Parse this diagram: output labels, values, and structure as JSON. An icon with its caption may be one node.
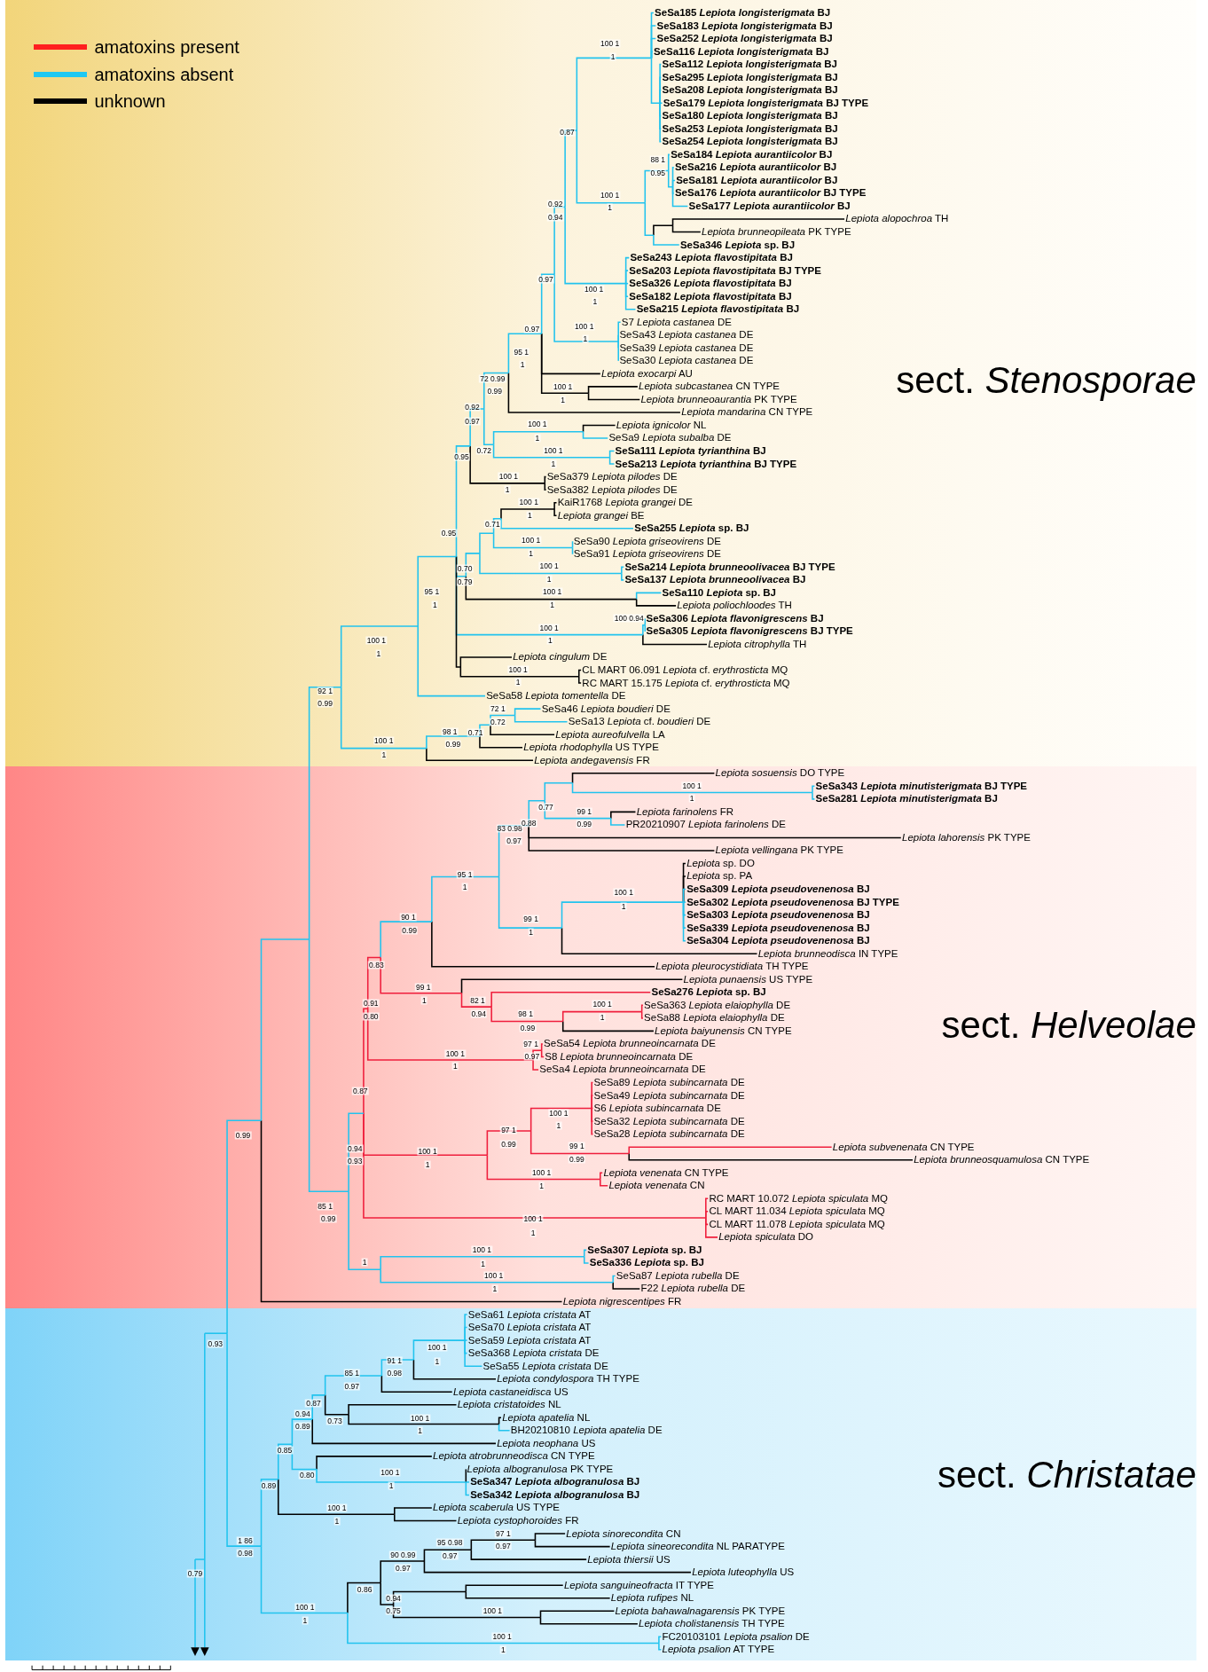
{
  "diagram": {
    "labels": [
      "**SeSa185 *Lepiota longisterigmata* BJ**",
      "**SeSa183 *Lepiota longisterigmata* BJ**",
      "**SeSa252 *Lepiota longisterigmata* BJ**",
      "**SeSa116 *Lepiota longisterigmata* BJ**",
      "**SeSa112 *Lepiota longisterigmata* BJ**",
      "**SeSa295 *Lepiota longisterigmata* BJ**",
      "**SeSa208 *Lepiota longisterigmata* BJ**",
      "**SeSa179 *Lepiota longisterigmata* BJ TYPE**",
      "**SeSa180 *Lepiota longisterigmata* BJ**",
      "**SeSa253 *Lepiota longisterigmata* BJ**",
      "**SeSa254 *Lepiota longisterigmata* BJ**",
      "**SeSa184 *Lepiota aurantiicolor* BJ**",
      "**SeSa216 *Lepiota aurantiicolor* BJ**",
      "**SeSa181 *Lepiota aurantiicolor* BJ**",
      "**SeSa176 *Lepiota aurantiicolor* BJ TYPE**",
      "**SeSa177 *Lepiota aurantiicolor* BJ**",
      "*Lepiota alopochroa* TH",
      "*Lepiota brunneopileata* PK TYPE",
      "**SeSa346 *Lepiota* sp. BJ**",
      "**SeSa243 *Lepiota flavostipitata* BJ**",
      "**SeSa203 *Lepiota flavostipitata* BJ TYPE**",
      "**SeSa326 *Lepiota flavostipitata* BJ**",
      "**SeSa182 *Lepiota flavostipitata* BJ**",
      "**SeSa215 *Lepiota flavostipitata* BJ**",
      "S7 *Lepiota castanea* DE",
      "SeSa43 *Lepiota castanea* DE",
      "SeSa39 *Lepiota castanea* DE",
      "SeSa30 *Lepiota castanea* DE",
      "*Lepiota exocarpi* AU",
      "*Lepiota subcastanea* CN TYPE",
      "*Lepiota brunneoaurantia* PK TYPE",
      "*Lepiota mandarina* CN TYPE",
      "*Lepiota ignicolor* NL",
      "SeSa9 *Lepiota subalba* DE",
      "**SeSa111 *Lepiota tyrianthina* BJ**",
      "**SeSa213 *Lepiota tyrianthina* BJ TYPE**",
      "SeSa379 *Lepiota pilodes* DE",
      "SeSa382 *Lepiota pilodes* DE",
      "KaiR1768 *Lepiota grangei* DE",
      "*Lepiota grangei* BE",
      "**SeSa255 *Lepiota* sp. BJ**",
      "SeSa90 *Lepiota griseovirens* DE",
      "SeSa91 *Lepiota griseovirens* DE",
      "**SeSa214 *Lepiota brunneoolivacea* BJ TYPE**",
      "**SeSa137 *Lepiota brunneoolivacea* BJ**",
      "**SeSa110 *Lepiota* sp. BJ**",
      "*Lepiota poliochloodes* TH",
      "**SeSa306 *Lepiota flavonigrescens* BJ**",
      "**SeSa305 *Lepiota flavonigrescens* BJ TYPE**",
      "*Lepiota citrophylla* TH",
      "*Lepiota cingulum* DE",
      "CL MART 06.091 *Lepiota* cf. *erythrosticta* MQ",
      "RC MART 15.175 *Lepiota* cf. *erythrosticta* MQ",
      "SeSa58 *Lepiota tomentella* DE",
      "SeSa46 *Lepiota boudieri* DE",
      "SeSa13 *Lepiota* cf. *boudieri* DE",
      "*Lepiota aureofulvella* LA",
      "*Lepiota rhodophylla* US TYPE",
      "*Lepiota andegavensis* FR",
      "*Lepiota sosuensis* DO TYPE",
      "**SeSa343 *Lepiota minutisterigmata* BJ TYPE**",
      "**SeSa281 *Lepiota minutisterigmata* BJ**",
      "*Lepiota farinolens* FR",
      "PR20210907 *Lepiota farinolens* DE",
      "*Lepiota lahorensis* PK TYPE",
      "*Lepiota vellingana* PK TYPE",
      "*Lepiota* sp. DO",
      "*Lepiota* sp. PA",
      "**SeSa309 *Lepiota pseudovenenosa* BJ**",
      "**SeSa302 *Lepiota pseudovenenosa* BJ TYPE**",
      "**SeSa303 *Lepiota pseudovenenosa* BJ**",
      "**SeSa339 *Lepiota pseudovenenosa* BJ**",
      "**SeSa304 *Lepiota pseudovenenosa* BJ**",
      "*Lepiota brunneodisca* IN TYPE",
      "*Lepiota pleurocystidiata* TH TYPE",
      "*Lepiota punaensis* US TYPE",
      "**SeSa276 *Lepiota* sp. BJ**",
      "SeSa363 *Lepiota elaiophylla* DE",
      "SeSa88 *Lepiota elaiophylla* DE",
      "*Lepiota baiyunensis* CN TYPE",
      "SeSa54 *Lepiota brunneoincarnata* DE",
      "S8 *Lepiota brunneoincarnata* DE",
      "SeSa4 *Lepiota brunneoincarnata* DE",
      "SeSa89 *Lepiota subincarnata* DE",
      "SeSa49 *Lepiota subincarnata* DE",
      "S6 *Lepiota subincarnata* DE",
      "SeSa32 *Lepiota subincarnata* DE",
      "SeSa28 *Lepiota subincarnata* DE",
      "*Lepiota subvenenata* CN TYPE",
      "*Lepiota brunneosquamulosa* CN TYPE",
      "*Lepiota venenata* CN TYPE",
      "*Lepiota venenata* CN",
      "RC MART 10.072 *Lepiota spiculata* MQ",
      "CL MART 11.034 *Lepiota spiculata* MQ",
      "CL MART 11.078 *Lepiota spiculata* MQ",
      "*Lepiota spiculata* DO",
      "**SeSa307 *Lepiota* sp. BJ**",
      "**SeSa336 *Lepiota* sp. BJ**",
      "SeSa87 *Lepiota rubella* DE",
      "F22 *Lepiota rubella* DE",
      "*Lepiota nigrescentipes* FR",
      "SeSa61 *Lepiota cristata* AT",
      "SeSa70 *Lepiota cristata* AT",
      "SeSa59 *Lepiota cristata* AT",
      "SeSa368 *Lepiota cristata* DE",
      "SeSa55 *Lepiota cristata* DE",
      "*Lepiota condylospora* TH TYPE",
      "*Lepiota castaneidisca* US",
      "*Lepiota cristatoides* NL",
      "*Lepiota apatelia* NL",
      "BH20210810 *Lepiota apatelia* DE",
      "*Lepiota neophana* US",
      "*Lepiota atrobrunneodisca* CN TYPE",
      "*Lepiota albogranulosa* PK TYPE",
      "**SeSa347 *Lepiota albogranulosa* BJ**",
      "**SeSa342 *Lepiota albogranulosa* BJ**",
      "*Lepiota scaberula* US TYPE",
      "*Lepiota cystophoroides* FR",
      "*Lepiota sinorecondita* CN",
      "*Lepiota sineorecondita* NL PARATYPE",
      "*Lepiota thiersii* US",
      "*Lepiota luteophylla* US",
      "*Lepiota sanguineofracta* IT TYPE",
      "*Lepiota rufipes* NL",
      "*Lepiota bahawalnagarensis* PK TYPE",
      "*Lepiota cholistanensis* TH TYPE",
      "FC20103101 *Lepiota psalion* DE",
      "*Lepiota psalion* AT TYPE",
      "sect. *Stenosporae*",
      "sect. *Helveolae*",
      "sect. *Christatae*",
      "100 1",
      "1",
      "0.87",
      "88 1",
      "0.95",
      "100 1",
      "1",
      "0.92",
      "0.94",
      "0.97",
      "100 1",
      "1",
      "0.97",
      "100 1",
      "1",
      "95 1",
      "1",
      "72 0.99",
      "0.99",
      "100 1",
      "1",
      "0.92",
      "0.97",
      "100 1",
      "1",
      "0.72",
      "100 1",
      "1",
      "0.95",
      "100 1",
      "1",
      "100 1",
      "1",
      "0.71",
      "0.95",
      "100 1",
      "1",
      "100 1",
      "0.70",
      "1",
      "0.79",
      "100 1",
      "1",
      "95 1",
      "1",
      "100 0.94",
      "100 1",
      "1",
      "100 1",
      "1",
      "100 1",
      "1",
      "92 1",
      "0.99",
      "72 1",
      "0.72",
      "98 1",
      "0.71",
      "100 1",
      "0.99",
      "1",
      "100 1",
      "1",
      "0.77",
      "99 1",
      "0.99",
      "83 0.98",
      "0.88",
      "0.97",
      "95 1",
      "1",
      "100 1",
      "1",
      "99 1",
      "1",
      "90 1",
      "0.99",
      "0.83",
      "99 1",
      "1",
      "82 1",
      "100 1",
      "0.94",
      "1",
      "98 1",
      "0.99",
      "0.91",
      "0.80",
      "97 1",
      "100 1",
      "0.97",
      "1",
      "0.87",
      "100 1",
      "1",
      "97 1",
      "0.99",
      "0.99",
      "0.94",
      "99 1",
      "100 1",
      "0.93",
      "0.99",
      "1",
      "100 1",
      "1",
      "85 1",
      "100 1",
      "0.99",
      "1",
      "100 1",
      "1",
      "1",
      "100 1",
      "1",
      "0.93",
      "100 1",
      "91 1",
      "1",
      "85 1",
      "0.98",
      "0.97",
      "0.87",
      "0.94",
      "100 1",
      "0.73",
      "0.89",
      "1",
      "0.85",
      "100 1",
      "0.80",
      "1",
      "0.89",
      "100 1",
      "1",
      "97 1",
      "1 86",
      "95 0.98",
      "0.97",
      "90 0.99",
      "0.98",
      "0.97",
      "0.97",
      "0.79",
      "0.86",
      "0.94",
      "100 1",
      "0.75",
      "100 1",
      "1",
      "100 1",
      "1"
    ],
    "legend": [
      {
        "text": "amatoxins present",
        "color": "#ff1f1f"
      },
      {
        "text": "amatoxins absent",
        "color": "#1fc8f2"
      },
      {
        "text": "unknown",
        "color": "#000000"
      }
    ]
  }
}
